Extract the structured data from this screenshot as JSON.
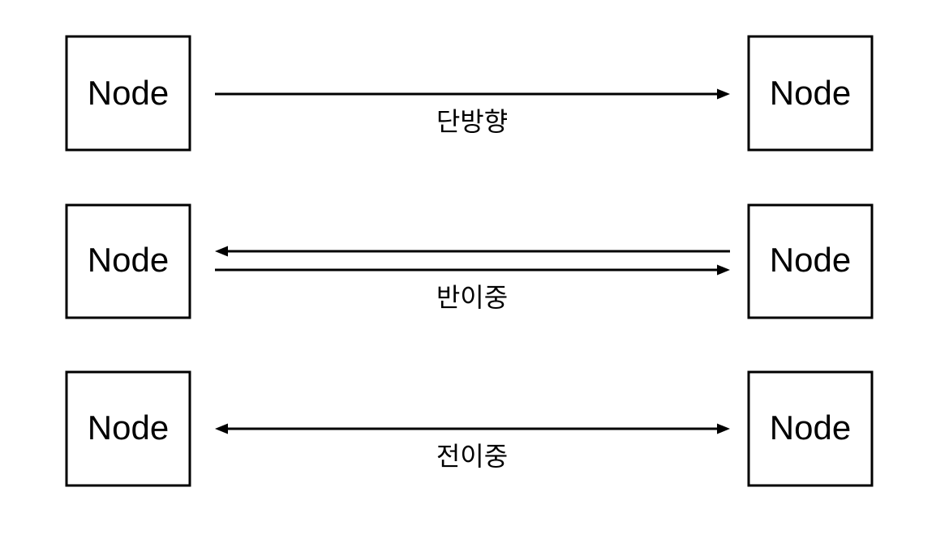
{
  "diagram": {
    "rows": [
      {
        "left_node": "Node",
        "right_node": "Node",
        "label": "단방향",
        "direction": "one-way"
      },
      {
        "left_node": "Node",
        "right_node": "Node",
        "label": "반이중",
        "direction": "half-duplex"
      },
      {
        "left_node": "Node",
        "right_node": "Node",
        "label": "전이중",
        "direction": "full-duplex"
      }
    ],
    "colors": {
      "stroke": "#000000",
      "background": "#ffffff"
    }
  }
}
